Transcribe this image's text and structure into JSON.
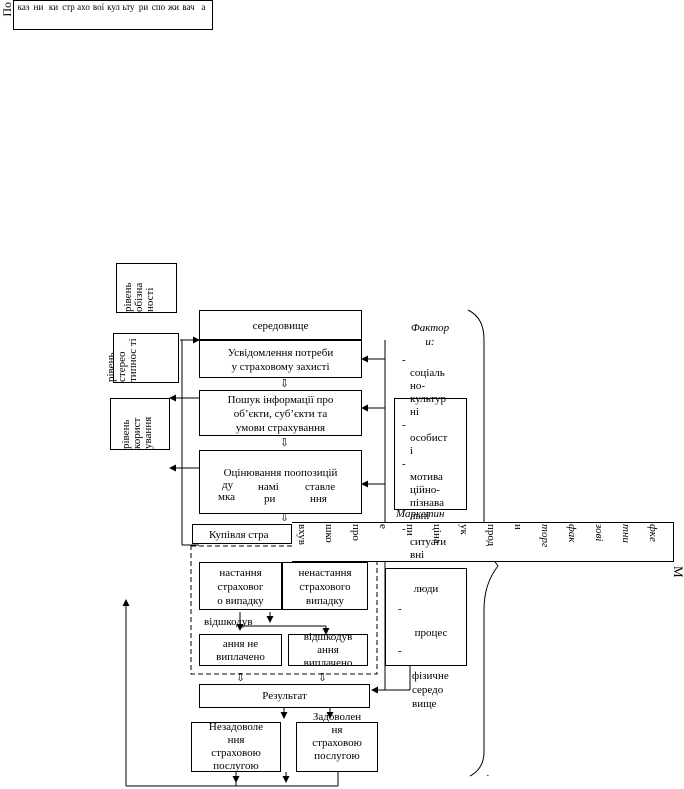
{
  "top_label": {
    "side": "По",
    "cells": [
      "каз",
      "ни",
      "ки",
      "стр",
      "ахо",
      "вої",
      "кул",
      "ьту",
      "ри",
      "спо",
      "жи",
      "вач",
      "а"
    ]
  },
  "left_boxes": {
    "awareness_level": "рівень обізна ності",
    "stereotype_level": "рівень стерео типнос ті",
    "usage_level": "рівень корист ування"
  },
  "stages": {
    "environment": "середовище",
    "need_awareness": [
      "Усвідомлення потреби",
      "у страховому захисті"
    ],
    "search": [
      "Пошук інформації про",
      "об’єкти, суб’єкти та",
      "умови страхування"
    ],
    "evaluation": "Оцінювання поопозицій",
    "eval_steps": [
      "ду",
      "мка",
      "намі",
      "ри",
      "ставле",
      "ння"
    ],
    "purchase": "Купівля стра",
    "occurrence": [
      "настання",
      "страховог",
      "о випадку"
    ],
    "non_occurrence": [
      "ненастання",
      "страхового",
      "випадку"
    ],
    "compensation_label": "відшкодув",
    "not_paid": [
      "ання не",
      "виплачено"
    ],
    "paid": [
      "відшкодув",
      "ання",
      "виплачено"
    ],
    "result": "Результат",
    "dissatisfaction": [
      "Незадоволе",
      "ння",
      "страховою",
      "послугою"
    ],
    "satisfaction": [
      "Задоволен",
      "ня",
      "страховою",
      "послугою"
    ]
  },
  "factors": {
    "title": [
      "Фактор",
      "и:"
    ],
    "items": [
      "-",
      "соціаль",
      "но-",
      "культур",
      "ні",
      "-",
      "особист",
      "і",
      "-",
      "мотива",
      "ційно-",
      "пізнава",
      "льні",
      "-",
      "ситуати",
      "вні"
    ],
    "marketing": "Маркетин",
    "people": "люди",
    "process": "процес",
    "dash1": "-",
    "dash2": "-",
    "physical": [
      "фізичне",
      "середо",
      "вище"
    ]
  },
  "rotated_band": {
    "cells": [
      "вхув",
      "шко",
      "про",
      "е",
      "пи",
      "ціна",
      "ук",
      "прод",
      "и",
      "торг",
      "фак",
      "зові",
      "тни",
      "фкe"
    ],
    "side": "М"
  },
  "small_marks": {
    "arrow_glyph": "⇩",
    "dot": "·"
  }
}
